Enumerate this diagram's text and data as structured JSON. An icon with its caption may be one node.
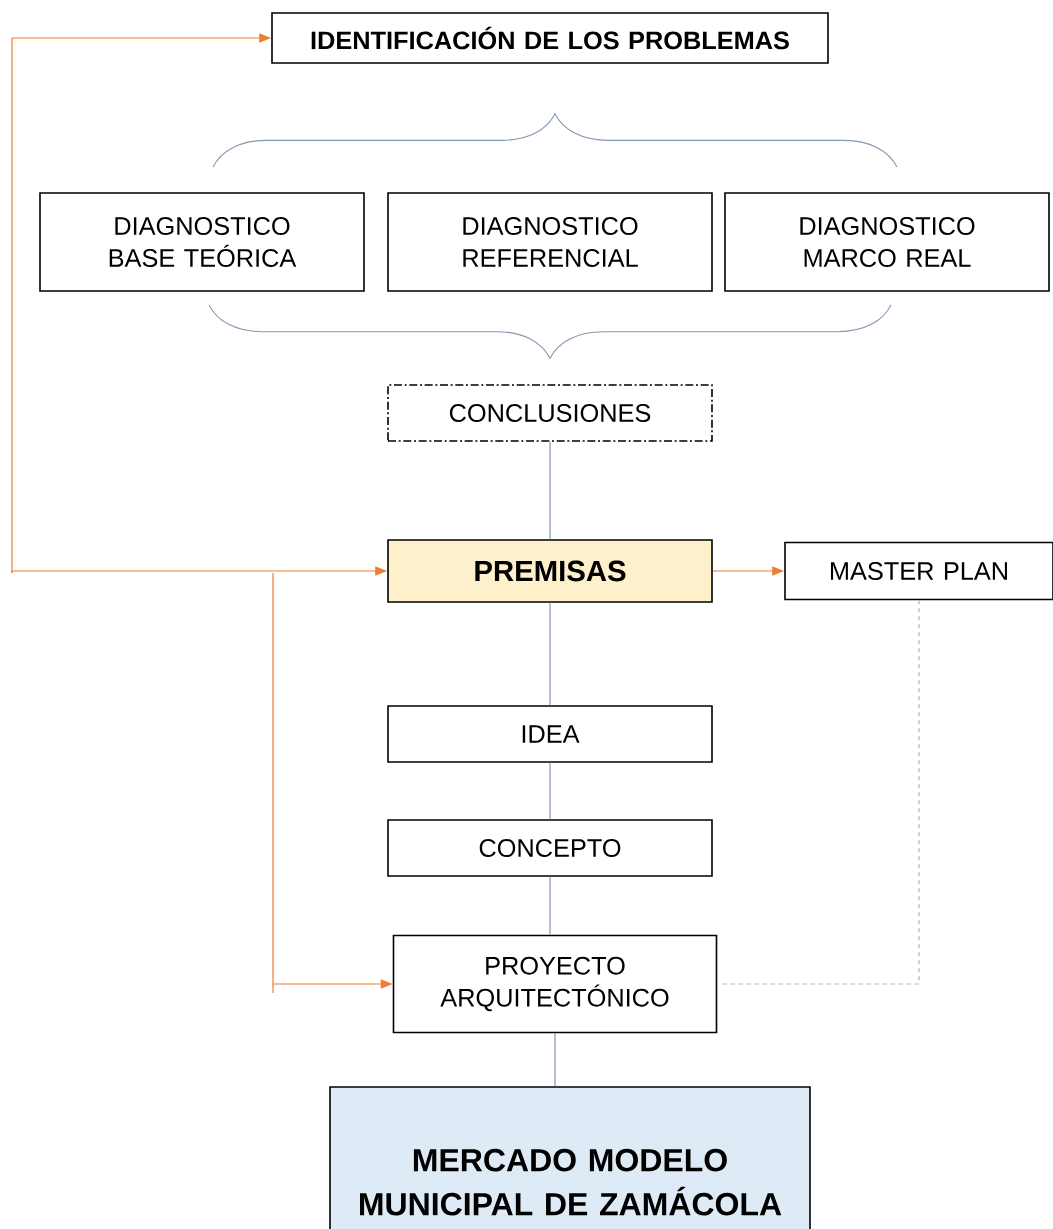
{
  "diagram": {
    "nodes": [
      {
        "text": [
          "IDENTIFICACIÓN DE LOS PROBLEMAS"
        ]
      },
      {
        "text": [
          "DIAGNOSTICO BASE TEÓRICA"
        ]
      },
      {
        "text": [
          "DIAGNOSTICO REFERENCIAL"
        ]
      },
      {
        "text": [
          "DIAGNOSTICO MARCO REAL"
        ]
      },
      {
        "text": [
          "CONCLUSIONES"
        ]
      },
      {
        "text": [
          "PREMISAS"
        ]
      },
      {
        "text": [
          "MASTER PLAN"
        ]
      },
      {
        "text": [
          "IDEA"
        ]
      },
      {
        "text": [
          "CONCEPTO"
        ]
      },
      {
        "text": [
          "PROYECTO ARQUITECTÓNICO"
        ]
      },
      {
        "text": [
          "MERCADO MODELO MUNICIPAL DE ZAMÁCOLA"
        ]
      }
    ],
    "edges": [
      {
        "from": 4,
        "to": 5,
        "arrow": "none"
      },
      {
        "from": 5,
        "to": 6,
        "arrow": "to",
        "color": "#ed7d31"
      },
      {
        "from": 5,
        "to": 7,
        "arrow": "none"
      },
      {
        "from": 7,
        "to": 8,
        "arrow": "none"
      },
      {
        "from": 8,
        "to": 9,
        "arrow": "none"
      },
      {
        "from": 9,
        "to": 10,
        "arrow": "none"
      },
      {
        "from": 6,
        "to": 9,
        "arrow": "none",
        "style": "dashed",
        "color": "#d9a0a8"
      },
      {
        "from": null,
        "to": 0,
        "arrow": "to",
        "color": "#ed7d31"
      },
      {
        "from": null,
        "to": 5,
        "arrow": "to",
        "color": "#ed7d31"
      },
      {
        "from": null,
        "to": 9,
        "arrow": "to",
        "color": "#ed7d31"
      }
    ]
  }
}
